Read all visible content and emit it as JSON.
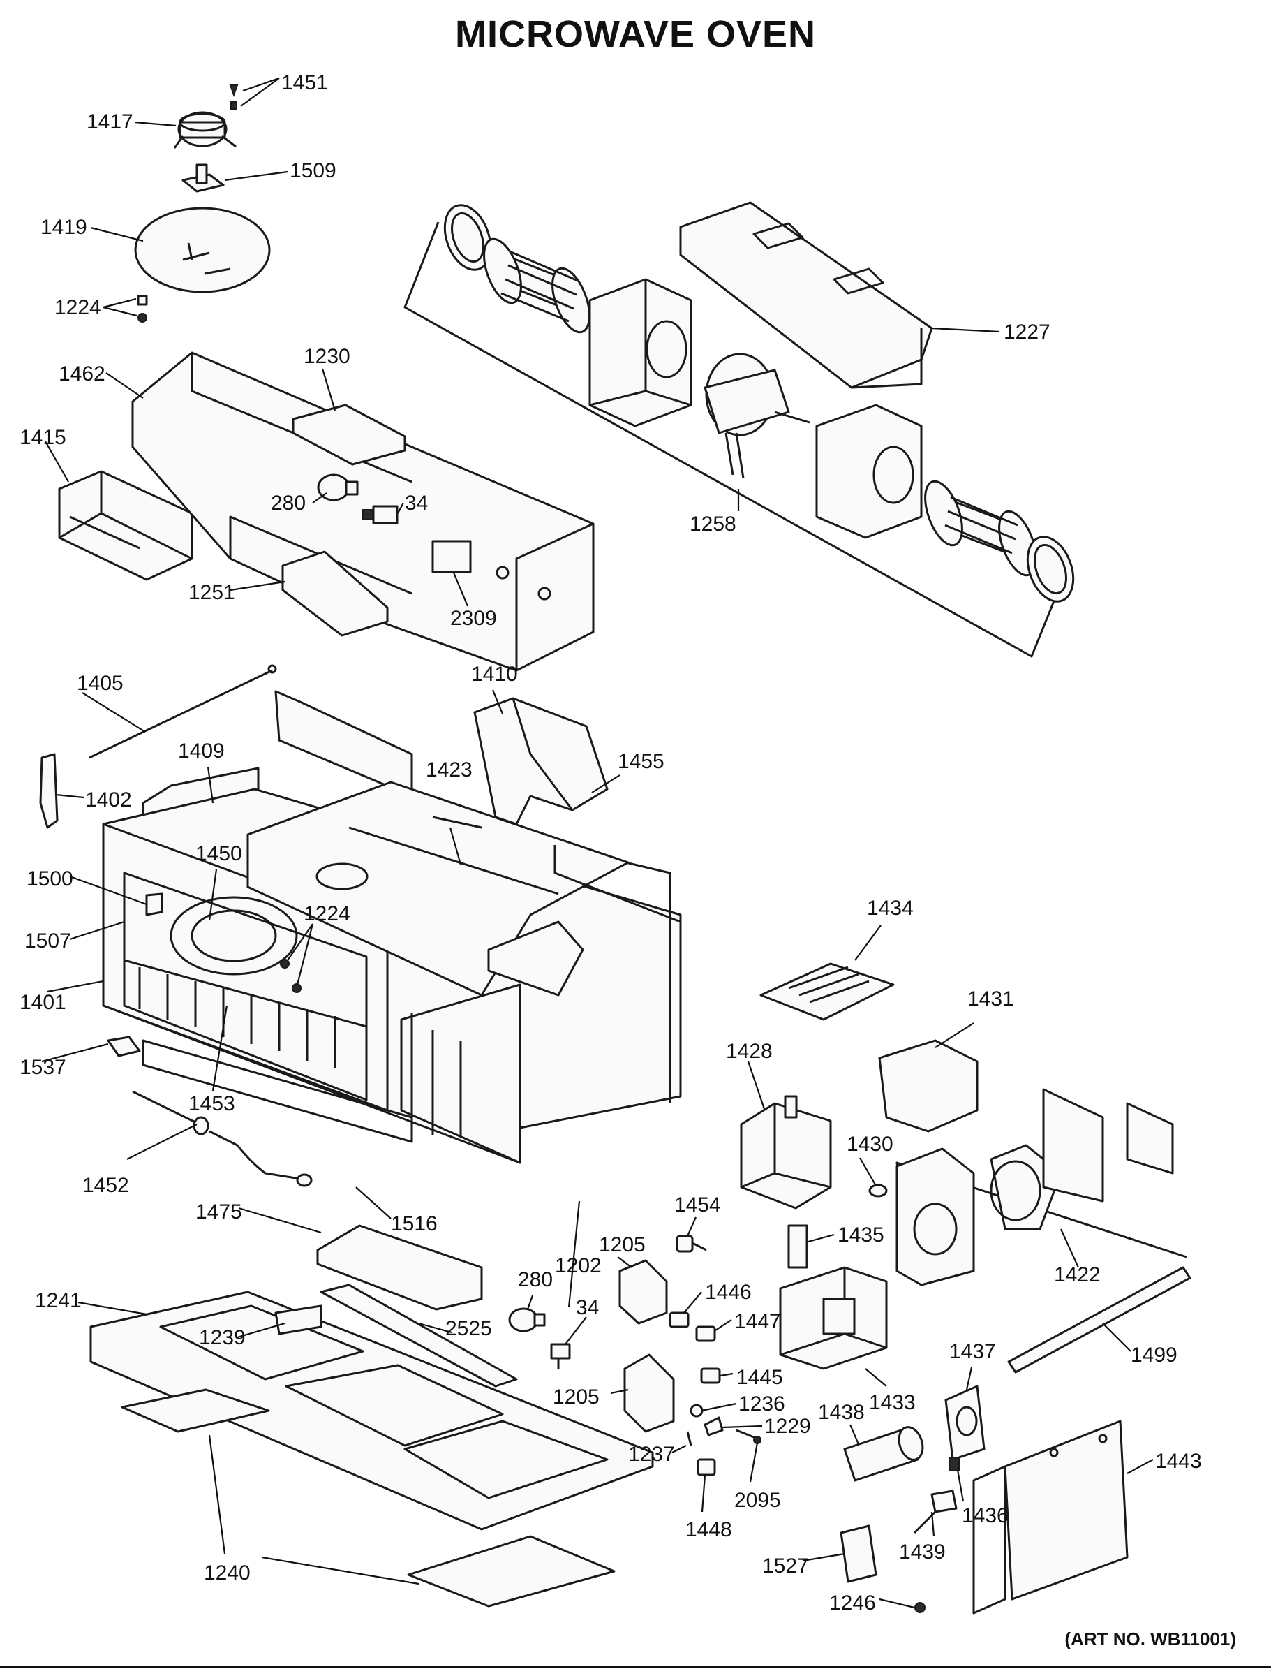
{
  "title": "MICROWAVE OVEN",
  "art_no": "(ART NO. WB11001)",
  "labels": {
    "p1451": "1451",
    "p1417": "1417",
    "p1509": "1509",
    "p1419": "1419",
    "p1224a": "1224",
    "p1227": "1227",
    "p1462": "1462",
    "p1230": "1230",
    "p1415": "1415",
    "p280a": "280",
    "p34a": "34",
    "p1258": "1258",
    "p1251": "1251",
    "p2309": "2309",
    "p1405": "1405",
    "p1410": "1410",
    "p1455": "1455",
    "p1409": "1409",
    "p1423": "1423",
    "p1402": "1402",
    "p1450": "1450",
    "p1500": "1500",
    "p1224b": "1224",
    "p1507": "1507",
    "p1434": "1434",
    "p1401": "1401",
    "p1431": "1431",
    "p1537": "1537",
    "p1428": "1428",
    "p1453": "1453",
    "p1430": "1430",
    "p1452": "1452",
    "p1454": "1454",
    "p1435": "1435",
    "p1475": "1475",
    "p1516": "1516",
    "p1205a": "1205",
    "p1202": "1202",
    "p1422": "1422",
    "p280b": "280",
    "p1241": "1241",
    "p1446": "1446",
    "p34b": "34",
    "p1447": "1447",
    "p2525": "2525",
    "p1239": "1239",
    "p1437": "1437",
    "p1499": "1499",
    "p1445": "1445",
    "p1205b": "1205",
    "p1236": "1236",
    "p1433": "1433",
    "p1229": "1229",
    "p1237": "1237",
    "p1438": "1438",
    "p1443": "1443",
    "p2095": "2095",
    "p1436": "1436",
    "p1448": "1448",
    "p1240": "1240",
    "p1527": "1527",
    "p1439": "1439",
    "p1246": "1246"
  }
}
